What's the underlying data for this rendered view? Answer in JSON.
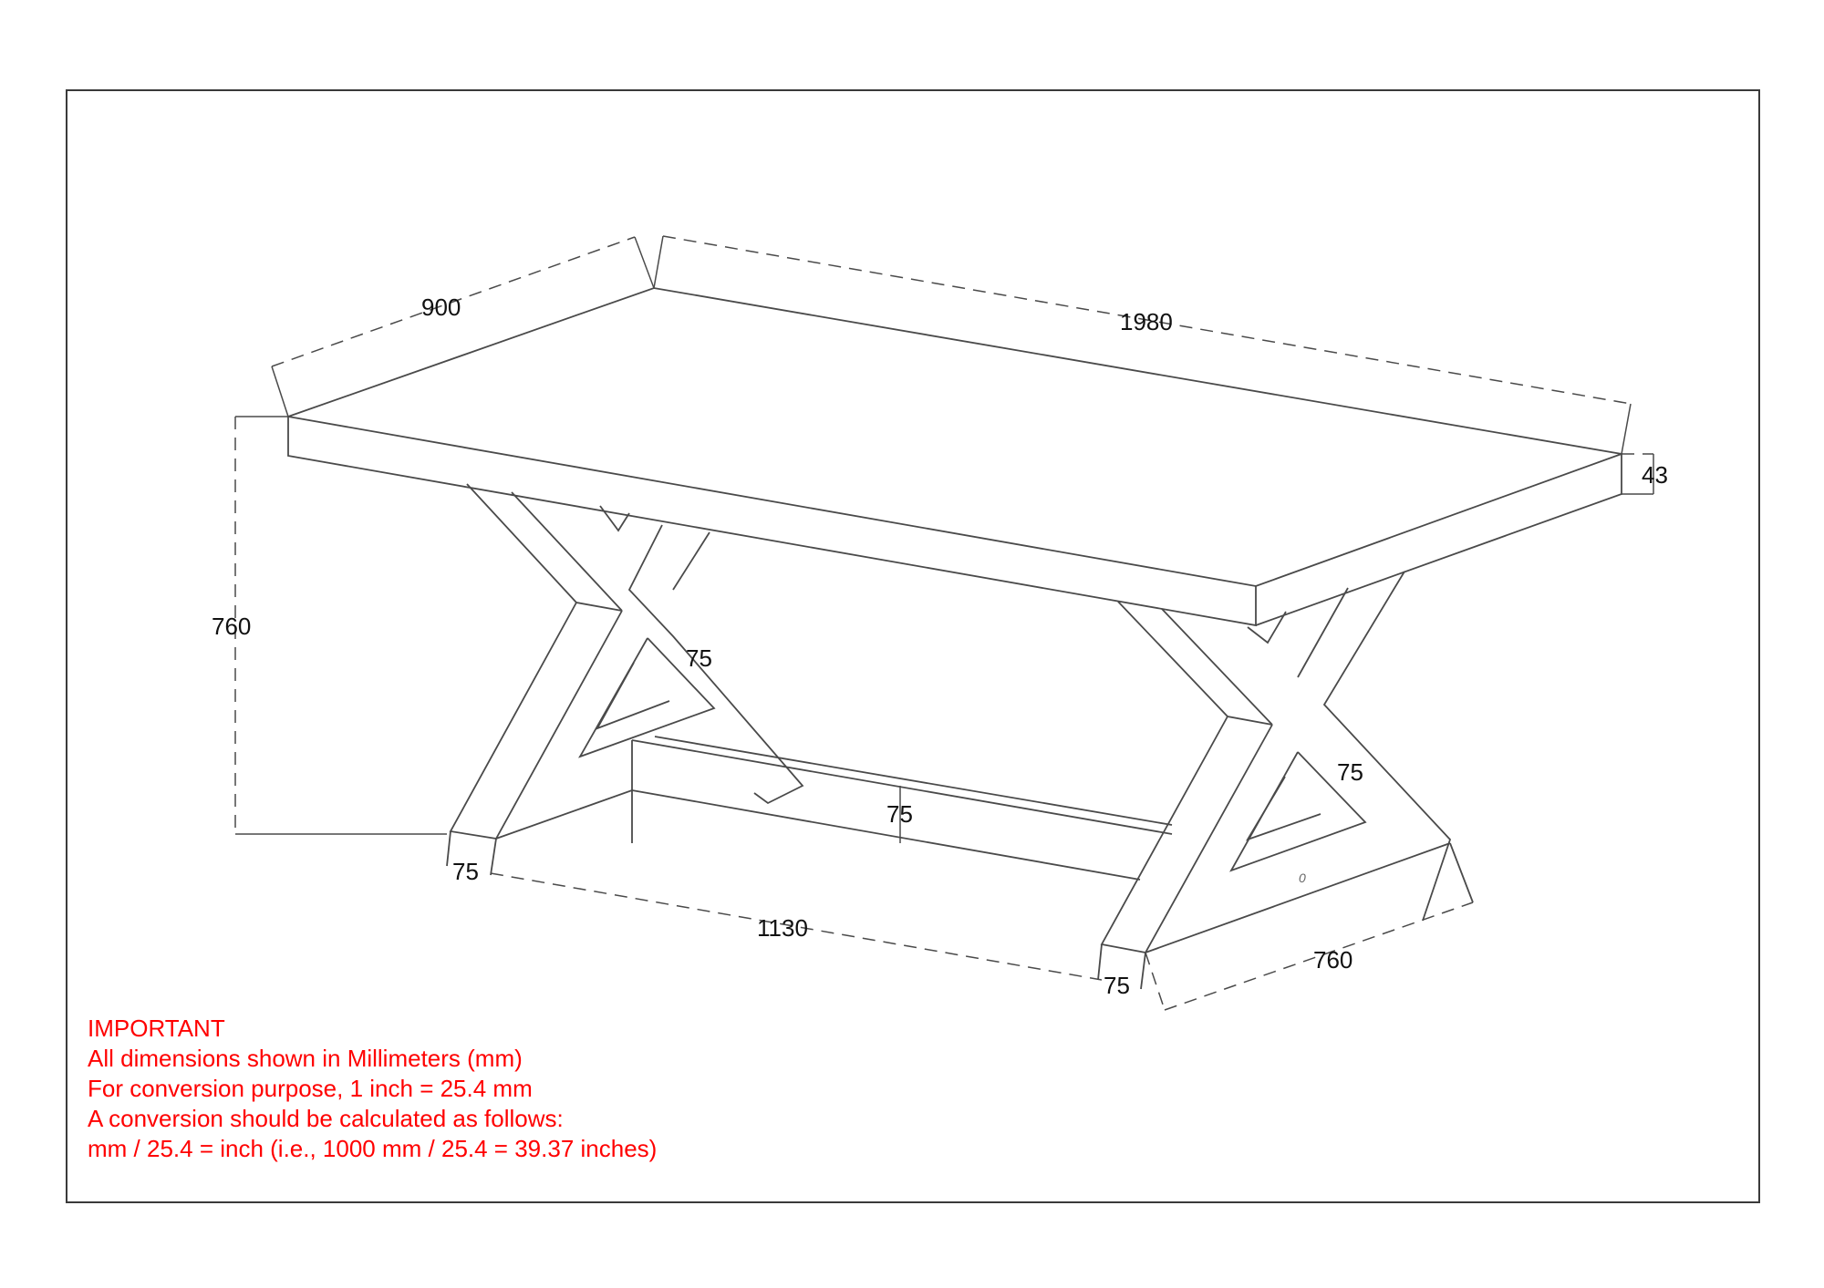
{
  "drawing": {
    "title": "Trestle dining table with X-base - dimension drawing",
    "units": "mm",
    "line_color": "#4a4a4a",
    "note_color": "#ff0000"
  },
  "dimensions": {
    "top_depth": "900",
    "top_length": "1980",
    "top_thickness": "43",
    "overall_height": "760",
    "leg_width_left": "75",
    "leg_span_inner": "1130",
    "leg_width_right": "75",
    "base_depth": "760",
    "stretcher_height": "75",
    "x_member_width_left": "75",
    "x_member_width_right": "75"
  },
  "notes": {
    "heading": "IMPORTANT",
    "lines": [
      "All dimensions shown in Millimeters (mm)",
      "For conversion purpose, 1 inch = 25.4 mm",
      "A conversion should be calculated as follows:",
      "mm / 25.4 = inch (i.e., 1000 mm / 25.4 = 39.37 inches)"
    ]
  },
  "misc": {
    "small_mark": "0"
  }
}
